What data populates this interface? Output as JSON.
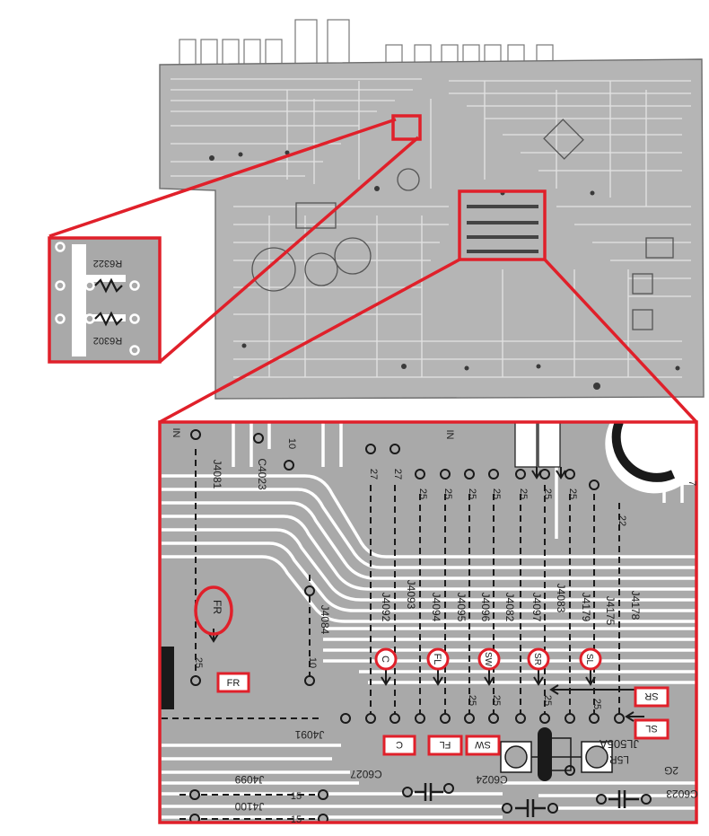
{
  "colors": {
    "board": "#a9a9a9",
    "trace": "#ffffff",
    "highlight": "#e0202a",
    "ink": "#1a1a1a"
  },
  "inset_left": {
    "resistor_top": "R6322",
    "resistor_bottom": "R6302"
  },
  "board_labels": {
    "j4081": "J4081",
    "c4023": "C4023",
    "j4084": "J4084",
    "j4091": "J4091",
    "j4099": "J4099",
    "j4100": "J4100",
    "c6027": "C6027",
    "c6024": "C6024",
    "c6023": "C6023",
    "jl505a": "JL505A",
    "l5r": "L5R",
    "2g": "2G",
    "in_a": "IN",
    "in_b": "IN",
    "ten_top": "10",
    "ten_mid": "10",
    "seven": "7"
  },
  "jumper_labels": [
    "J4092",
    "J4093",
    "J4094",
    "J4095",
    "J4096",
    "J4082",
    "J4097",
    "J4083",
    "J4179",
    "J4175",
    "J4178"
  ],
  "pin_numbers_top": [
    "27",
    "27",
    "25",
    "25",
    "25",
    "25",
    "25",
    "25",
    "25",
    "22"
  ],
  "pin_numbers_mid": [
    "25",
    "25",
    "25",
    "25"
  ],
  "channel_circled": [
    "FR",
    "C",
    "FL",
    "SW",
    "SR",
    "SL"
  ],
  "channel_boxed": [
    "FR",
    "SR",
    "SL",
    "C",
    "FL",
    "SW"
  ],
  "misc_numbers": {
    "fr_25": "25",
    "fifteen_a": "15",
    "fifteen_b": "15"
  }
}
